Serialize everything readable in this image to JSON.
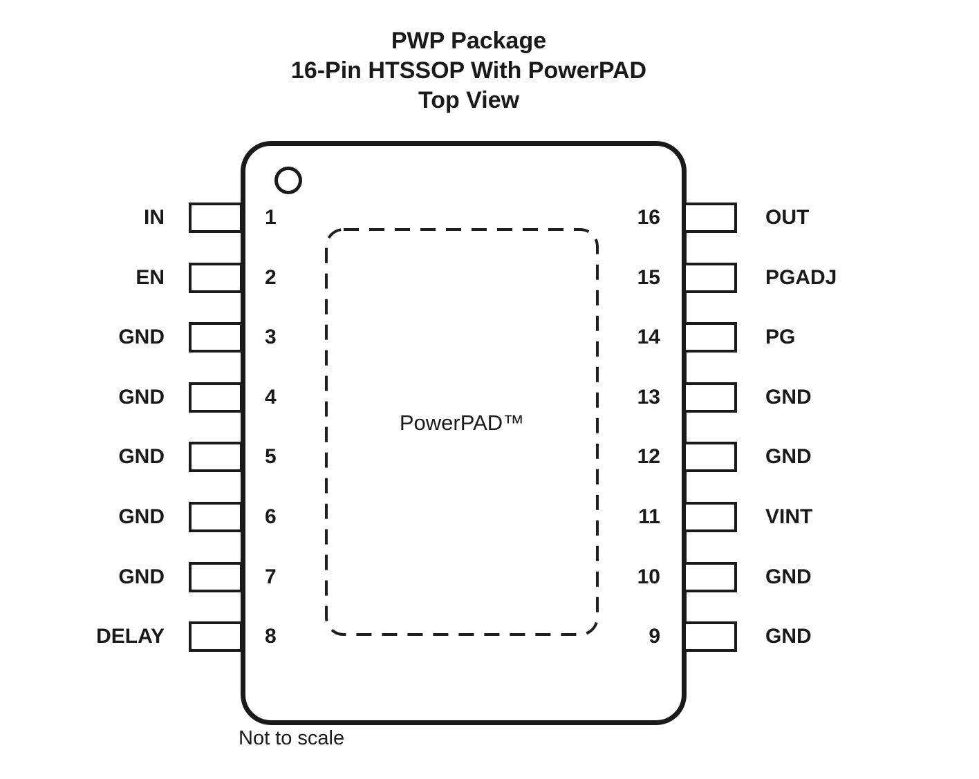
{
  "title": {
    "line1": "PWP Package",
    "line2": "16-Pin HTSSOP With PowerPAD",
    "line3": "Top View"
  },
  "package": {
    "pad_label": "PowerPAD™",
    "left_pins": [
      {
        "number": "1",
        "label": "IN"
      },
      {
        "number": "2",
        "label": "EN"
      },
      {
        "number": "3",
        "label": "GND"
      },
      {
        "number": "4",
        "label": "GND"
      },
      {
        "number": "5",
        "label": "GND"
      },
      {
        "number": "6",
        "label": "GND"
      },
      {
        "number": "7",
        "label": "GND"
      },
      {
        "number": "8",
        "label": "DELAY"
      }
    ],
    "right_pins": [
      {
        "number": "16",
        "label": "OUT"
      },
      {
        "number": "15",
        "label": "PGADJ"
      },
      {
        "number": "14",
        "label": "PG"
      },
      {
        "number": "13",
        "label": "GND"
      },
      {
        "number": "12",
        "label": "GND"
      },
      {
        "number": "11",
        "label": "VINT"
      },
      {
        "number": "10",
        "label": "GND"
      },
      {
        "number": "9",
        "label": "GND"
      }
    ]
  },
  "footnote": "Not to scale",
  "colors": {
    "line": "#1a1a1a",
    "text": "#1a1a1a",
    "background": "#ffffff"
  }
}
